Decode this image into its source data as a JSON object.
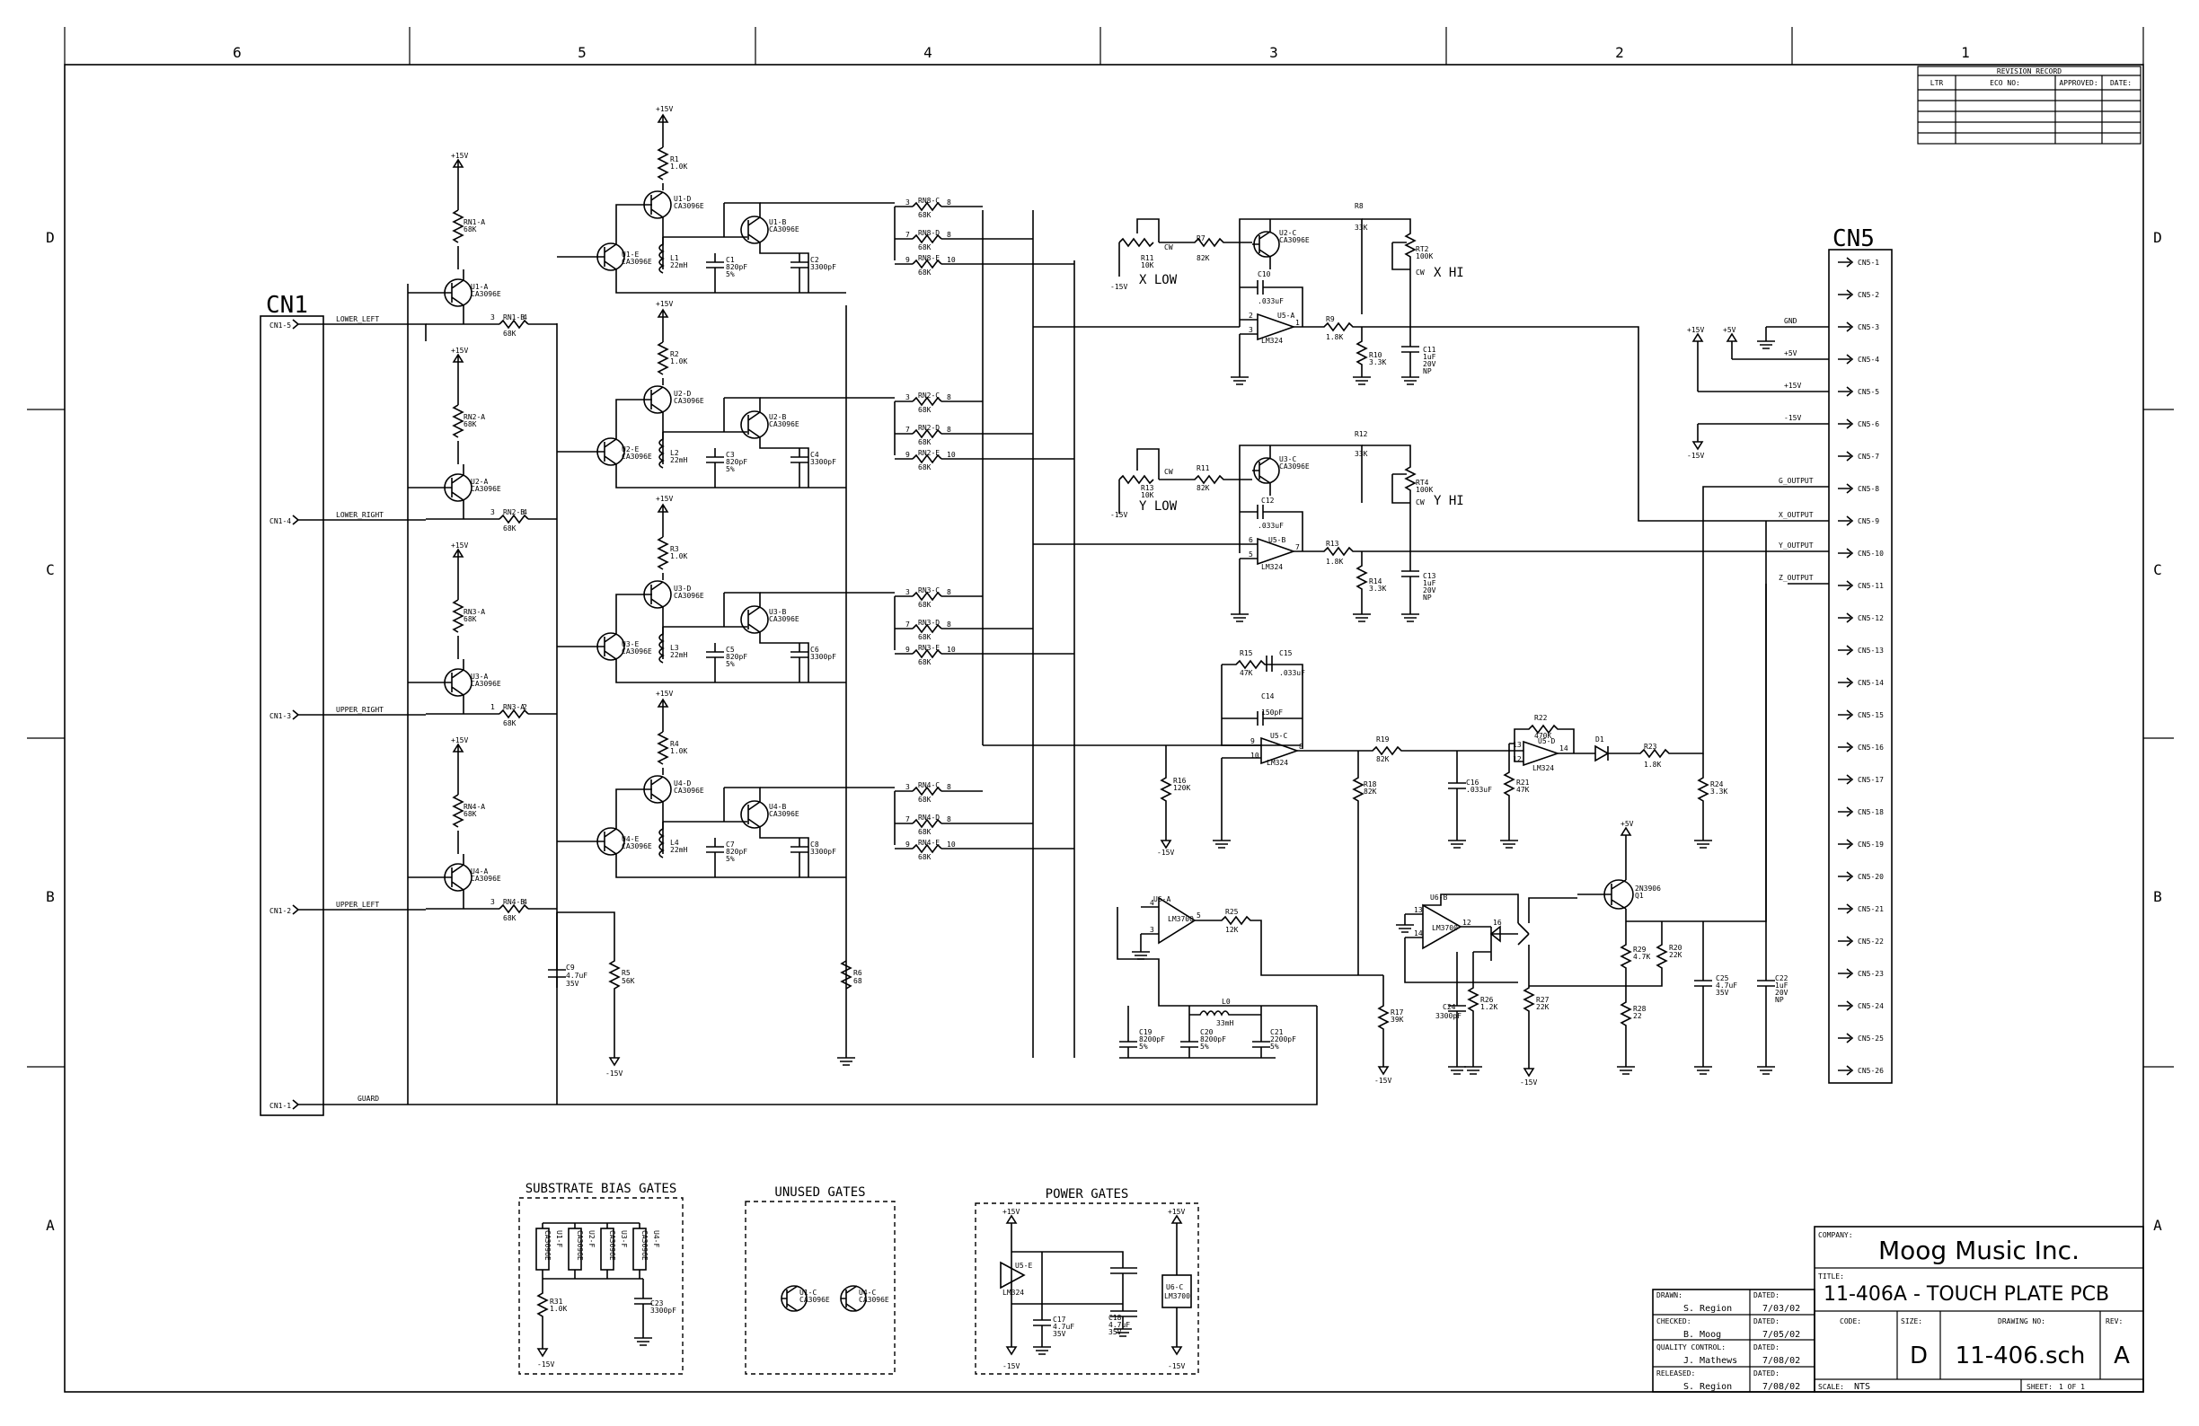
{
  "zone_columns": [
    "6",
    "5",
    "4",
    "3",
    "2",
    "1"
  ],
  "zone_rows": [
    "D",
    "C",
    "B",
    "A"
  ],
  "revision_record": {
    "title": "REVISION RECORD",
    "headers": [
      "LTR",
      "ECO NO:",
      "APPROVED:",
      "DATE:"
    ]
  },
  "connectors": {
    "cn1": {
      "title": "CN1",
      "pins": [
        {
          "pin": "CN1-5",
          "net": "LOWER_LEFT"
        },
        {
          "pin": "CN1-4",
          "net": "LOWER_RIGHT"
        },
        {
          "pin": "CN1-3",
          "net": "UPPER_RIGHT"
        },
        {
          "pin": "CN1-2",
          "net": "UPPER_LEFT"
        },
        {
          "pin": "CN1-1",
          "net": "GUARD"
        }
      ]
    },
    "cn5": {
      "title": "CN5",
      "pins": [
        "CN5-1",
        "CN5-2",
        "CN5-3",
        "CN5-4",
        "CN5-5",
        "CN5-6",
        "CN5-7",
        "CN5-8",
        "CN5-9",
        "CN5-10",
        "CN5-11",
        "CN5-12",
        "CN5-13",
        "CN5-14",
        "CN5-15",
        "CN5-16",
        "CN5-17",
        "CN5-18",
        "CN5-19",
        "CN5-20",
        "CN5-21",
        "CN5-22",
        "CN5-23",
        "CN5-24",
        "CN5-25",
        "CN5-26"
      ],
      "nets": [
        {
          "pin": "CN5-3",
          "net": "GND"
        },
        {
          "pin": "CN5-4",
          "net": "+5V"
        },
        {
          "pin": "CN5-5",
          "net": "+15V"
        },
        {
          "pin": "CN5-6",
          "net": "-15V"
        },
        {
          "pin": "CN5-8",
          "net": "G_OUTPUT"
        },
        {
          "pin": "CN5-9",
          "net": "X_OUTPUT"
        },
        {
          "pin": "CN5-10",
          "net": "Y_OUTPUT"
        },
        {
          "pin": "CN5-11",
          "net": "Z_OUTPUT"
        }
      ]
    }
  },
  "supplies": {
    "pos15": "+15V",
    "neg15": "-15V",
    "pos5": "+5V"
  },
  "channels": [
    {
      "rn_top": "RN1-A",
      "rn_top_val": "68K",
      "q_main": "U1-A",
      "q_main_part": "CA3096E",
      "rn_in": "RN1-B",
      "rn_in_val": "68K",
      "rn_pins": [
        "3",
        "4"
      ],
      "r_top": "R1",
      "r_top_val": "1.0K",
      "q_up": "U1-D",
      "q_up_part": "CA3096E",
      "q_mir": "U1-E",
      "q_mir_part": "CA3096E",
      "q_fb": "U1-B",
      "q_fb_part": "CA3096E",
      "l": "L1",
      "l_val": "22mH",
      "c1": "C1",
      "c1_val": [
        "820pF",
        "5%"
      ],
      "c2": "C2",
      "c2_val": [
        "3300pF"
      ],
      "rn_out": [
        {
          "n": "RN8-C",
          "v": "68K",
          "p": [
            "3",
            "8"
          ]
        },
        {
          "n": "RN8-D",
          "v": "68K",
          "p": [
            "7",
            "8"
          ]
        },
        {
          "n": "RN8-E",
          "v": "68K",
          "p": [
            "9",
            "10"
          ]
        }
      ]
    },
    {
      "rn_top": "RN2-A",
      "rn_top_val": "68K",
      "q_main": "U2-A",
      "q_main_part": "CA3096E",
      "rn_in": "RN2-B",
      "rn_in_val": "68K",
      "rn_pins": [
        "3",
        "4"
      ],
      "r_top": "R2",
      "r_top_val": "1.0K",
      "q_up": "U2-D",
      "q_up_part": "CA3096E",
      "q_mir": "U2-E",
      "q_mir_part": "CA3096E",
      "q_fb": "U2-B",
      "q_fb_part": "CA3096E",
      "l": "L2",
      "l_val": "22mH",
      "c1": "C3",
      "c1_val": [
        "820pF",
        "5%"
      ],
      "c2": "C4",
      "c2_val": [
        "3300pF"
      ],
      "rn_out": [
        {
          "n": "RN2-C",
          "v": "68K",
          "p": [
            "3",
            "8"
          ]
        },
        {
          "n": "RN2-D",
          "v": "68K",
          "p": [
            "7",
            "8"
          ]
        },
        {
          "n": "RN2-E",
          "v": "68K",
          "p": [
            "9",
            "10"
          ]
        }
      ]
    },
    {
      "rn_top": "RN3-A",
      "rn_top_val": "68K",
      "q_main": "U3-A",
      "q_main_part": "CA3096E",
      "rn_in": "RN3-A",
      "rn_in_val": "68K",
      "rn_pins": [
        "1",
        "2"
      ],
      "r_top": "R3",
      "r_top_val": "1.0K",
      "q_up": "U3-D",
      "q_up_part": "CA3096E",
      "q_mir": "U3-E",
      "q_mir_part": "CA3096E",
      "q_fb": "U3-B",
      "q_fb_part": "CA3096E",
      "l": "L3",
      "l_val": "22mH",
      "c1": "C5",
      "c1_val": [
        "820pF",
        "5%"
      ],
      "c2": "C6",
      "c2_val": [
        "3300pF"
      ],
      "rn_out": [
        {
          "n": "RN3-C",
          "v": "68K",
          "p": [
            "3",
            "8"
          ]
        },
        {
          "n": "RN3-D",
          "v": "68K",
          "p": [
            "7",
            "8"
          ]
        },
        {
          "n": "RN3-E",
          "v": "68K",
          "p": [
            "9",
            "10"
          ]
        }
      ]
    },
    {
      "rn_top": "RN4-A",
      "rn_top_val": "68K",
      "q_main": "U4-A",
      "q_main_part": "CA3096E",
      "rn_in": "RN4-B",
      "rn_in_val": "68K",
      "rn_pins": [
        "3",
        "4"
      ],
      "r_top": "R4",
      "r_top_val": "1.0K",
      "q_up": "U4-D",
      "q_up_part": "CA3096E",
      "q_mir": "U4-E",
      "q_mir_part": "CA3096E",
      "q_fb": "U4-B",
      "q_fb_part": "CA3096E",
      "l": "L4",
      "l_val": "22mH",
      "c1": "C7",
      "c1_val": [
        "820pF",
        "5%"
      ],
      "c2": "C8",
      "c2_val": [
        "3300pF"
      ],
      "rn_out": [
        {
          "n": "RN4-C",
          "v": "68K",
          "p": [
            "3",
            "8"
          ]
        },
        {
          "n": "RN4-D",
          "v": "68K",
          "p": [
            "7",
            "8"
          ]
        },
        {
          "n": "RN4-E",
          "v": "68K",
          "p": [
            "9",
            "10"
          ]
        }
      ]
    }
  ],
  "misc_parts": {
    "c9": {
      "ref": "C9",
      "val": [
        "4.7uF",
        "35V"
      ]
    },
    "r5": {
      "ref": "R5",
      "val": "56K"
    },
    "r6": {
      "ref": "R6",
      "val": "68"
    }
  },
  "x_section": {
    "pot_low": {
      "ref": "R11",
      "val": "10K",
      "wiper": "CW",
      "label": "X LOW"
    },
    "r7": {
      "ref": "R7",
      "val": "82K"
    },
    "q": {
      "ref": "U2-C",
      "part": "CA3096E"
    },
    "r8": {
      "ref": "R8",
      "val": "33K"
    },
    "pot_hi": {
      "ref": "RT2",
      "val": "100K",
      "wiper": "CW",
      "label": "X HI"
    },
    "c10": {
      "ref": "C10",
      "val": ".033uF"
    },
    "opamp": {
      "ref": "U5-A",
      "part": "LM324",
      "pins": [
        "2",
        "3",
        "1"
      ]
    },
    "r9": {
      "ref": "R9",
      "val": "1.8K"
    },
    "r10": {
      "ref": "R10",
      "val": "3.3K"
    },
    "c11": {
      "ref": "C11",
      "val": [
        "1uF",
        "20V",
        "NP"
      ]
    }
  },
  "y_section": {
    "pot_low": {
      "ref": "R13",
      "val": "10K",
      "wiper": "CW",
      "label": "Y LOW"
    },
    "r11": {
      "ref": "R11",
      "val": "82K"
    },
    "q": {
      "ref": "U3-C",
      "part": "CA3096E"
    },
    "r12": {
      "ref": "R12",
      "val": "33K"
    },
    "pot_hi": {
      "ref": "RT4",
      "val": "100K",
      "wiper": "CW",
      "label": "Y HI"
    },
    "c12": {
      "ref": "C12",
      "val": ".033uF"
    },
    "opamp": {
      "ref": "U5-B",
      "part": "LM324",
      "pins": [
        "6",
        "5",
        "7"
      ]
    },
    "r13": {
      "ref": "R13",
      "val": "1.8K"
    },
    "r14": {
      "ref": "R14",
      "val": "3.3K"
    },
    "c13": {
      "ref": "C13",
      "val": [
        "1uF",
        "20V",
        "NP"
      ]
    }
  },
  "z_section": {
    "r15": {
      "ref": "R15",
      "val": "47K"
    },
    "c15": {
      "ref": "C15",
      "val": ".033uF"
    },
    "c14": {
      "ref": "C14",
      "val": "150pF"
    },
    "opamp_c": {
      "ref": "U5-C",
      "part": "LM324",
      "pins": [
        "9",
        "10",
        "8"
      ]
    },
    "r16": {
      "ref": "R16",
      "val": "120K"
    },
    "r19": {
      "ref": "R19",
      "val": "82K"
    },
    "r18": {
      "ref": "R18",
      "val": "82K"
    },
    "c16": {
      "ref": "C16",
      "val": ".033uF"
    },
    "r21": {
      "ref": "R21",
      "val": "47K"
    },
    "r22": {
      "ref": "R22",
      "val": "470K"
    },
    "opamp_d": {
      "ref": "U5-D",
      "part": "LM324",
      "pins": [
        "13",
        "12",
        "14"
      ]
    },
    "d1": {
      "ref": "D1"
    },
    "r23": {
      "ref": "R23",
      "val": "1.8K"
    },
    "r24": {
      "ref": "R24",
      "val": "3.3K"
    }
  },
  "gate_section": {
    "u6a": {
      "ref": "U6-A",
      "part": "LM3700",
      "pins": [
        "4",
        "3",
        "5"
      ]
    },
    "r25": {
      "ref": "R25",
      "val": "12K"
    },
    "l0": {
      "ref": "L0",
      "val": "33mH"
    },
    "c19": {
      "ref": "C19",
      "val": [
        "8200pF",
        "5%"
      ]
    },
    "c20": {
      "ref": "C20",
      "val": [
        "8200pF",
        "5%"
      ]
    },
    "c21": {
      "ref": "C21",
      "val": [
        "2200pF",
        "5%"
      ]
    },
    "r17": {
      "ref": "R17",
      "val": "39K"
    },
    "u6b": {
      "ref": "U6-B",
      "part": "LM3700",
      "pins": [
        "13",
        "14",
        "12",
        "16"
      ]
    },
    "q1": {
      "ref": "Q1",
      "part": "2N3906"
    },
    "c24": {
      "ref": "C24",
      "val": "3300pF"
    },
    "r26": {
      "ref": "R26",
      "val": "1.2K"
    },
    "r27": {
      "ref": "R27",
      "val": "22K"
    },
    "r29": {
      "ref": "R29",
      "val": "4.7K"
    },
    "r20": {
      "ref": "R20",
      "val": "22K"
    },
    "r28": {
      "ref": "R28",
      "val": "22"
    },
    "c25": {
      "ref": "C25",
      "val": [
        "4.7uF",
        "35V"
      ]
    },
    "c22": {
      "ref": "C22",
      "val": [
        "1uF",
        "20V",
        "NP"
      ]
    }
  },
  "boxes": {
    "substrate": {
      "title": "SUBSTRATE BIAS GATES",
      "parts": [
        "U1-F",
        "U2-F",
        "U3-F",
        "U4-F"
      ],
      "part": "CA3096E",
      "r31": {
        "ref": "R31",
        "val": "1.0K"
      },
      "c23": {
        "ref": "C23",
        "val": "3300pF"
      }
    },
    "unused": {
      "title": "UNUSED GATES",
      "parts": [
        {
          "ref": "U1-C",
          "part": "CA3096E"
        },
        {
          "ref": "U4-C",
          "part": "CA3096E"
        }
      ]
    },
    "power": {
      "title": "POWER GATES",
      "u5e": {
        "ref": "U5-E",
        "part": "LM324"
      },
      "u6c": {
        "ref": "U6-C",
        "part": "LM3700"
      },
      "c17": {
        "ref": "C17",
        "val": [
          "4.7uF",
          "35V"
        ]
      },
      "c18": {
        "ref": "C18",
        "val": [
          "4.7uF",
          "35V"
        ]
      }
    }
  },
  "title_block": {
    "company_label": "COMPANY:",
    "company": "Moog Music Inc.",
    "title_label": "TITLE:",
    "title": "11-406A - TOUCH PLATE PCB",
    "code_label": "CODE:",
    "size_label": "SIZE:",
    "size": "D",
    "drawing_no_label": "DRAWING NO:",
    "drawing_no": "11-406.sch",
    "rev_label": "REV:",
    "rev": "A",
    "scale_label": "SCALE:",
    "scale": "NTS",
    "sheet_label": "SHEET:",
    "sheet": "1 OF 1",
    "signoffs": [
      {
        "role": "DRAWN:",
        "name": "S. Region",
        "date_label": "DATED:",
        "date": "7/03/02"
      },
      {
        "role": "CHECKED:",
        "name": "B. Moog",
        "date_label": "DATED:",
        "date": "7/05/02"
      },
      {
        "role": "QUALITY CONTROL:",
        "name": "J. Mathews",
        "date_label": "DATED:",
        "date": "7/08/02"
      },
      {
        "role": "RELEASED:",
        "name": "S. Region",
        "date_label": "DATED:",
        "date": "7/08/02"
      }
    ]
  }
}
